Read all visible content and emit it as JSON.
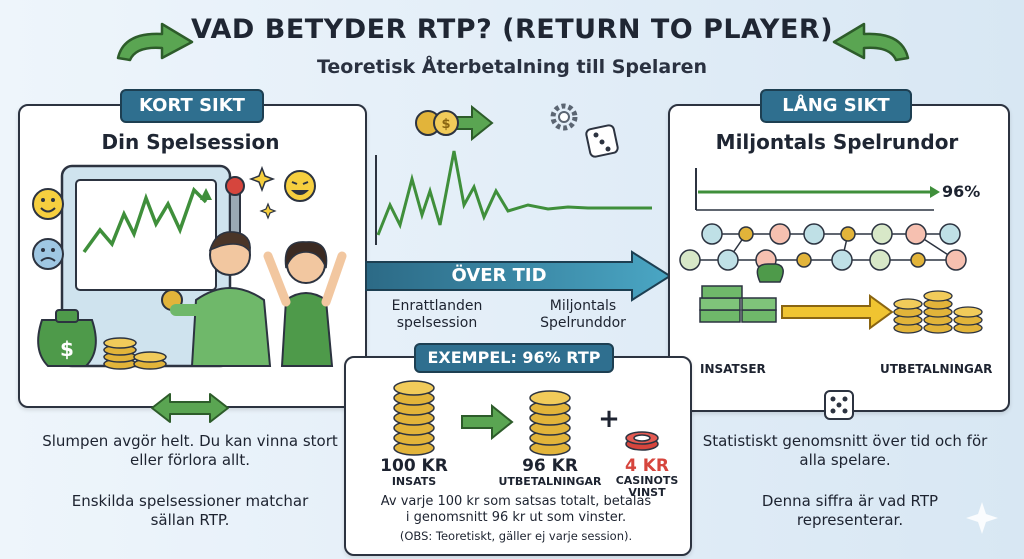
{
  "header": {
    "title": "VAD BETYDER RTP? (RETURN TO PLAYER)",
    "subtitle": "Teoretisk Återbetalning till Spelaren"
  },
  "left": {
    "badge": "KORT SIKT",
    "title": "Din Spelsession",
    "caption1": "Slumpen avgör helt. Du kan vinna stort eller förlora allt.",
    "caption2": "Enskilda spelsessioner matchar sällan RTP."
  },
  "middle": {
    "arrow_label": "ÖVER TID",
    "left_label": "Enrattlanden spelsession",
    "right_label": "Miljontals Spelrunddor"
  },
  "right": {
    "badge": "LÅNG SIKT",
    "title": "Miljontals Spelrundor",
    "percent": "96%",
    "insatser": "INSATSER",
    "utbetalningar": "UTBETALNINGAR",
    "caption1": "Statistiskt genomsnitt över tid och för alla spelare.",
    "caption2": "Denna siffra är vad RTP representerar."
  },
  "example": {
    "badge": "EXEMPEL: 96% RTP",
    "bet_amount": "100 KR",
    "bet_label": "INSATS",
    "payout_amount": "96 KR",
    "payout_label": "UTBETALNINGAR",
    "casino_amount": "4 KR",
    "casino_label": "CASINOTS VINST",
    "plus": "+",
    "text1": "Av varje 100 kr som satsas totalt, betalas",
    "text2": "i genomsnitt 96 kr ut som vinster.",
    "note": "(OBS: Teoretiskt, gäller ej varje session)."
  },
  "colors": {
    "accent": "#2f6f8f",
    "green": "#4e9a4a",
    "gold": "#e2b43a",
    "red": "#d6453d"
  }
}
